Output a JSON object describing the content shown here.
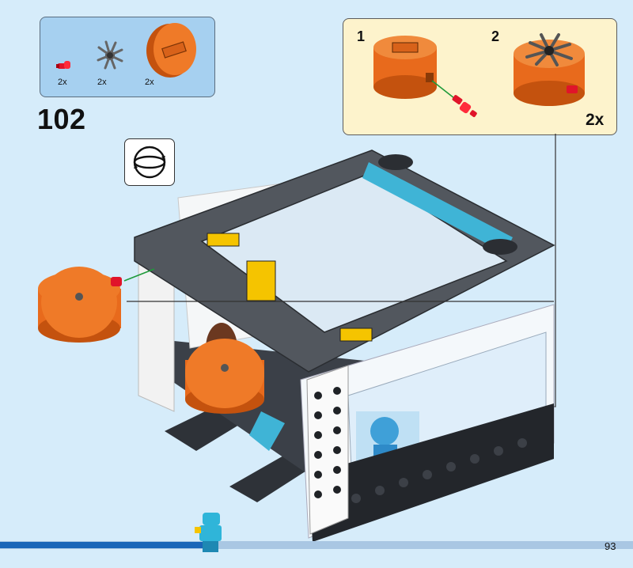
{
  "parts_list": {
    "items": [
      {
        "name": "red-pin",
        "qty": "2x"
      },
      {
        "name": "gray-fan-blade",
        "qty": "2x"
      },
      {
        "name": "orange-round-cap",
        "qty": "2x"
      }
    ]
  },
  "step": {
    "number": "102"
  },
  "rotate_hint": {
    "icon": "rotate-model-icon"
  },
  "sub_assembly": {
    "steps": [
      {
        "number": "1"
      },
      {
        "number": "2"
      }
    ],
    "multiplier": "2x"
  },
  "page": {
    "number": "93"
  },
  "colors": {
    "background": "#d6ecfa",
    "parts_box": "#a6d0f0",
    "sub_assembly_box": "#fdf3cc",
    "orange": "#e86a1c",
    "pin_red": "#e0142a",
    "progress_bar": "#1a66b8"
  }
}
